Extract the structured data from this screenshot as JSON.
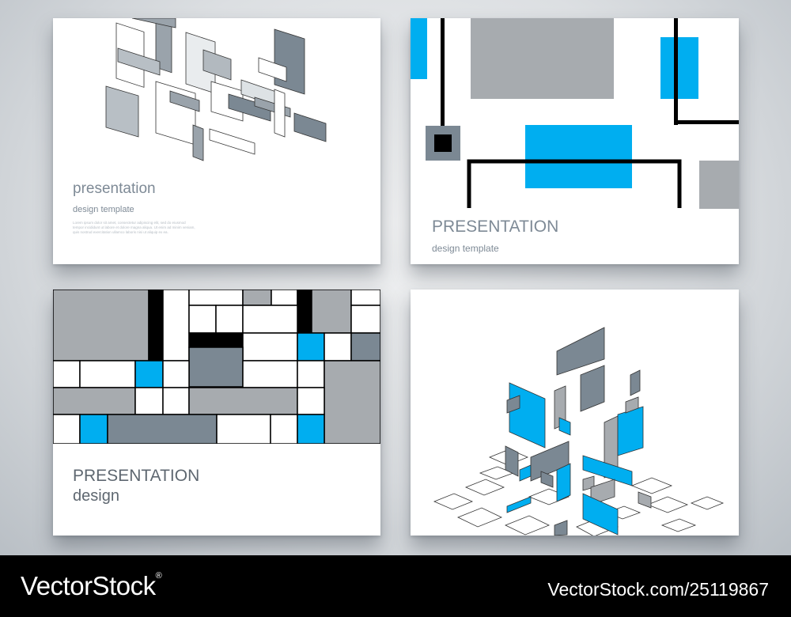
{
  "cards": [
    {
      "title": "presentation",
      "subtitle": "design template",
      "body": "Lorem ipsum dolor sit amet, consectetur adipiscing elit, sed do eiusmod tempor incididunt ut labore et dolore magna aliqua. Ut enim ad minim veniam, quis nostrud exercitation ullamco laboris nisi ut aliquip ex ea."
    },
    {
      "title": "PRESENTATION",
      "subtitle": "design template"
    },
    {
      "title": "PRESENTATION",
      "subtitle": "design"
    },
    {}
  ],
  "footer": {
    "brand": "VectorStock",
    "brand_mark": "®",
    "image_id": "VectorStock.com/25119867"
  },
  "colors": {
    "blue": "#00aef0",
    "slate": "#7b8893",
    "gray": "#a7abaf",
    "lightgray": "#c9ced3",
    "black": "#000000"
  }
}
